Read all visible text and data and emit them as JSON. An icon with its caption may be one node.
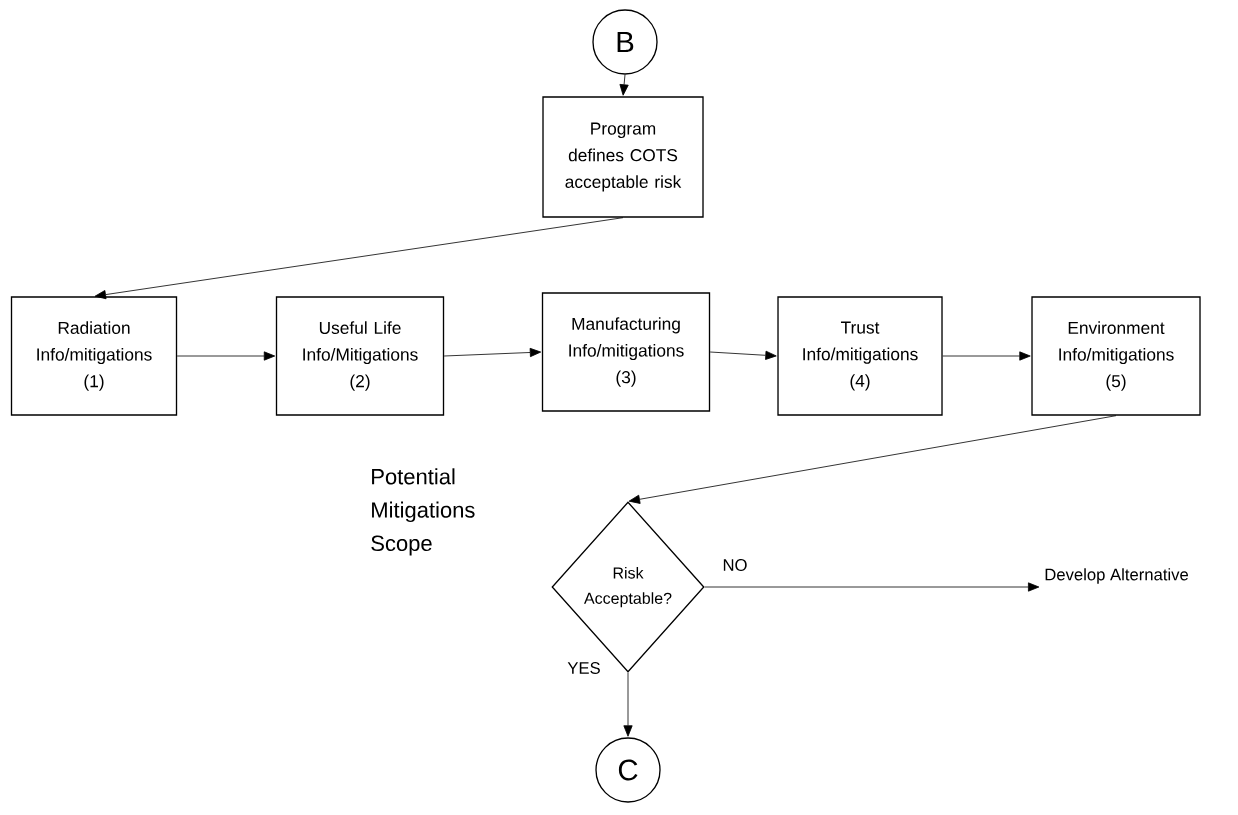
{
  "diagram": {
    "nodes": [
      {
        "text": [
          "B"
        ]
      },
      {
        "text": [
          "Program defines COTS acceptable risk"
        ]
      },
      {
        "text": [
          "Radiation Info/mitigations (1)"
        ]
      },
      {
        "text": [
          "Useful Life Info/Mitigations (2)"
        ]
      },
      {
        "text": [
          "Manufacturing Info/mitigations (3)"
        ]
      },
      {
        "text": [
          "Trust Info/mitigations (4)"
        ]
      },
      {
        "text": [
          "Environment Info/mitigations (5)"
        ]
      },
      {
        "text": [
          "Risk Acceptable?"
        ]
      },
      {
        "text": [
          "Develop Alternative"
        ]
      },
      {
        "text": [
          "C"
        ]
      }
    ],
    "edges": [
      {
        "from": 0,
        "to": 1,
        "arrow": "to"
      },
      {
        "from": 1,
        "to": 2,
        "arrow": "to"
      },
      {
        "from": 2,
        "to": 3,
        "arrow": "to"
      },
      {
        "from": 3,
        "to": 4,
        "arrow": "to"
      },
      {
        "from": 4,
        "to": 5,
        "arrow": "to"
      },
      {
        "from": 5,
        "to": 6,
        "arrow": "to"
      },
      {
        "from": 6,
        "to": 7,
        "arrow": "to"
      },
      {
        "from": 7,
        "to": 8,
        "arrow": "to",
        "label": "NO"
      },
      {
        "from": 7,
        "to": 9,
        "arrow": "to",
        "label": "YES"
      }
    ],
    "labels": [
      "Potential Mitigations Scope"
    ]
  }
}
